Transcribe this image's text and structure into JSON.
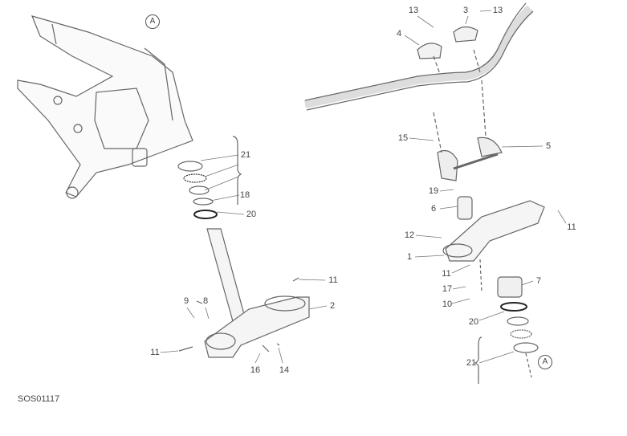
{
  "diagram_code": "SOS01117",
  "ref_markers": [
    "A",
    "A"
  ],
  "left_assembly": {
    "labels": [
      "21",
      "18",
      "20",
      "11",
      "2",
      "9",
      "8",
      "11",
      "16",
      "14"
    ]
  },
  "right_assembly": {
    "labels": [
      "13",
      "3",
      "13",
      "4",
      "15",
      "5",
      "19",
      "6",
      "12",
      "11",
      "1",
      "11",
      "17",
      "10",
      "7",
      "20",
      "21"
    ]
  }
}
